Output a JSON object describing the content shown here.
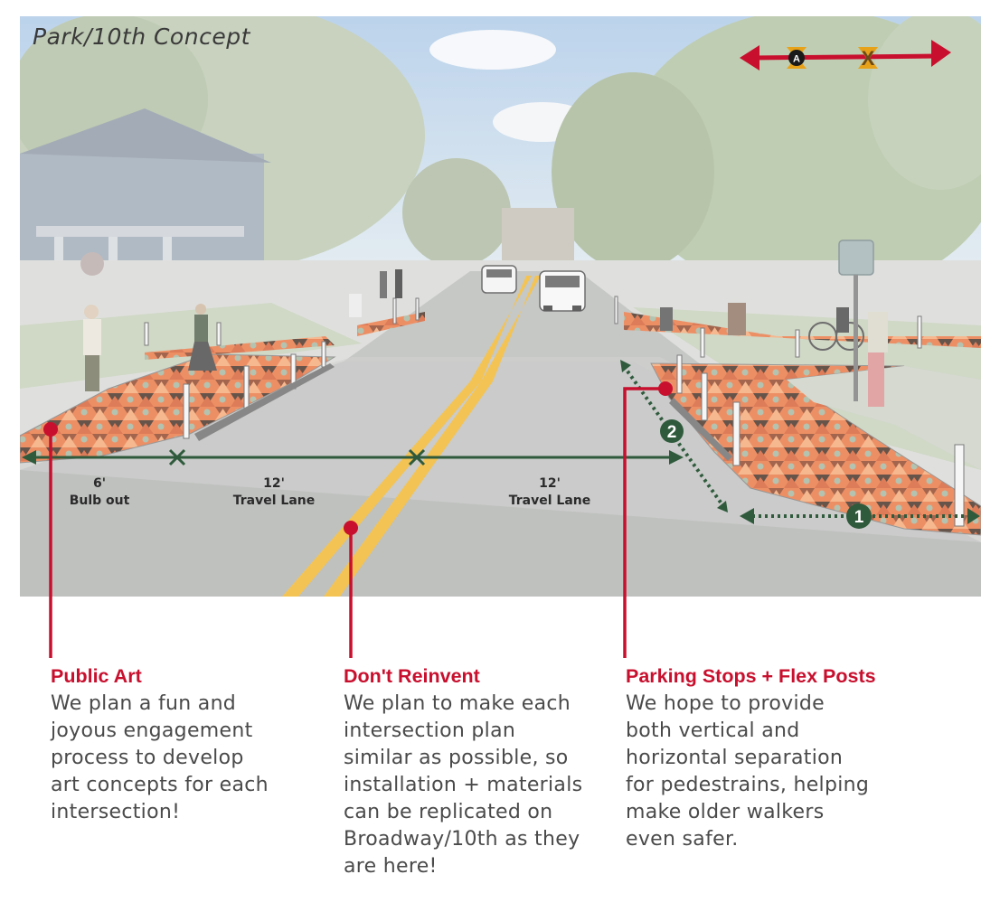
{
  "scene": {
    "title": "Park/10th Concept",
    "colors": {
      "accent_red": "#c8102e",
      "dimension_green": "#2f5a3c",
      "mural_orange": "#e8703a",
      "center_line_yellow": "#f0b323"
    },
    "markers": [
      {
        "label": "A"
      },
      {
        "label": "X"
      },
      {
        "label": "2"
      },
      {
        "label": "1"
      }
    ],
    "dimensions": [
      {
        "value": "6'",
        "label": "Bulb out"
      },
      {
        "value": "12'",
        "label": "Travel Lane"
      },
      {
        "value": "12'",
        "label": "Travel Lane"
      }
    ]
  },
  "callouts": [
    {
      "heading": "Public Art",
      "lines": [
        "We plan a fun and",
        "joyous engagement",
        "process to develop",
        "art concepts for each",
        "intersection!"
      ]
    },
    {
      "heading": "Don't Reinvent",
      "lines": [
        "We plan to make each",
        "intersection plan",
        "similar as possible, so",
        "installation + materials",
        "can be replicated on",
        "Broadway/10th as they",
        "are here!"
      ]
    },
    {
      "heading": "Parking Stops + Flex Posts",
      "lines": [
        "We hope to provide",
        "both vertical and",
        "horizontal separation",
        "for pedestrains, helping",
        "make older walkers",
        "even safer."
      ]
    }
  ]
}
